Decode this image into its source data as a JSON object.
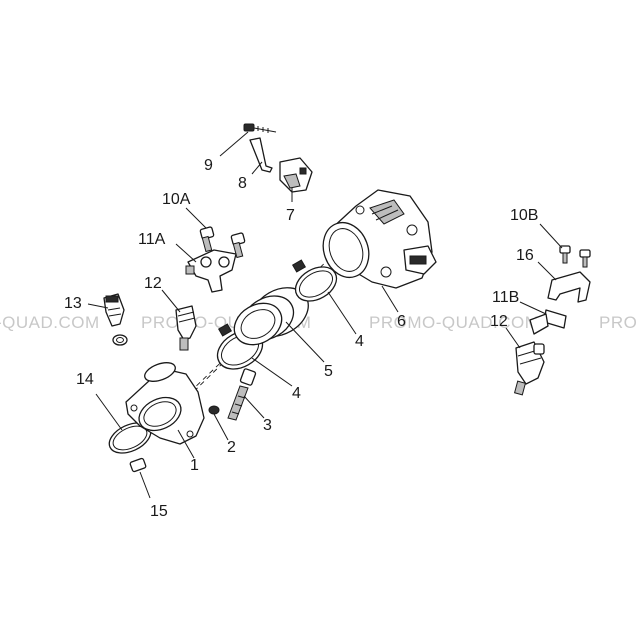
{
  "watermark": {
    "text_1": "-QUAD.COM",
    "text_2": "PROMO-QUAD.COM",
    "text_3": "PROMO-QUAD.COM",
    "text_4": "PROMO-QUAD.COM",
    "text_5": "PRO"
  },
  "labels": {
    "p1": "1",
    "p2": "2",
    "p3": "3",
    "p4a": "4",
    "p4b": "4",
    "p5": "5",
    "p6": "6",
    "p7": "7",
    "p8": "8",
    "p9": "9",
    "p10a": "10A",
    "p10b": "10B",
    "p11a": "11A",
    "p11b": "11B",
    "p12a": "12",
    "p12b": "12",
    "p13": "13",
    "p14": "14",
    "p15": "15",
    "p16": "16"
  }
}
